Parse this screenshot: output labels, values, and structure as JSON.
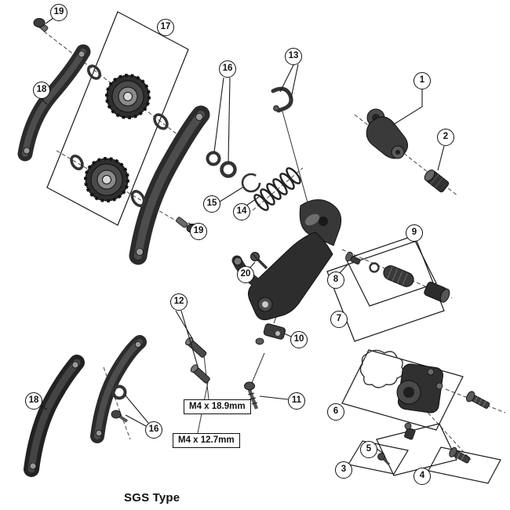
{
  "diagram": {
    "caption": "SGS Type",
    "callouts": [
      {
        "number": "19"
      },
      {
        "number": "17"
      },
      {
        "number": "13"
      },
      {
        "number": "16"
      },
      {
        "number": "1"
      },
      {
        "number": "18"
      },
      {
        "number": "2"
      },
      {
        "number": "15"
      },
      {
        "number": "14"
      },
      {
        "number": "9"
      },
      {
        "number": "19"
      },
      {
        "number": "20"
      },
      {
        "number": "8"
      },
      {
        "number": "12"
      },
      {
        "number": "7"
      },
      {
        "number": "10"
      },
      {
        "number": "11"
      },
      {
        "number": "18"
      },
      {
        "number": "6"
      },
      {
        "number": "16"
      },
      {
        "number": "5"
      },
      {
        "number": "3"
      },
      {
        "number": "4"
      }
    ],
    "dimension_labels": [
      {
        "text": "M4 x 18.9mm"
      },
      {
        "text": "M4 x 12.7mm"
      }
    ],
    "colors": {
      "line": "#1a1a1a",
      "part_dark": "#2d2d2d",
      "background": "#ffffff"
    }
  }
}
